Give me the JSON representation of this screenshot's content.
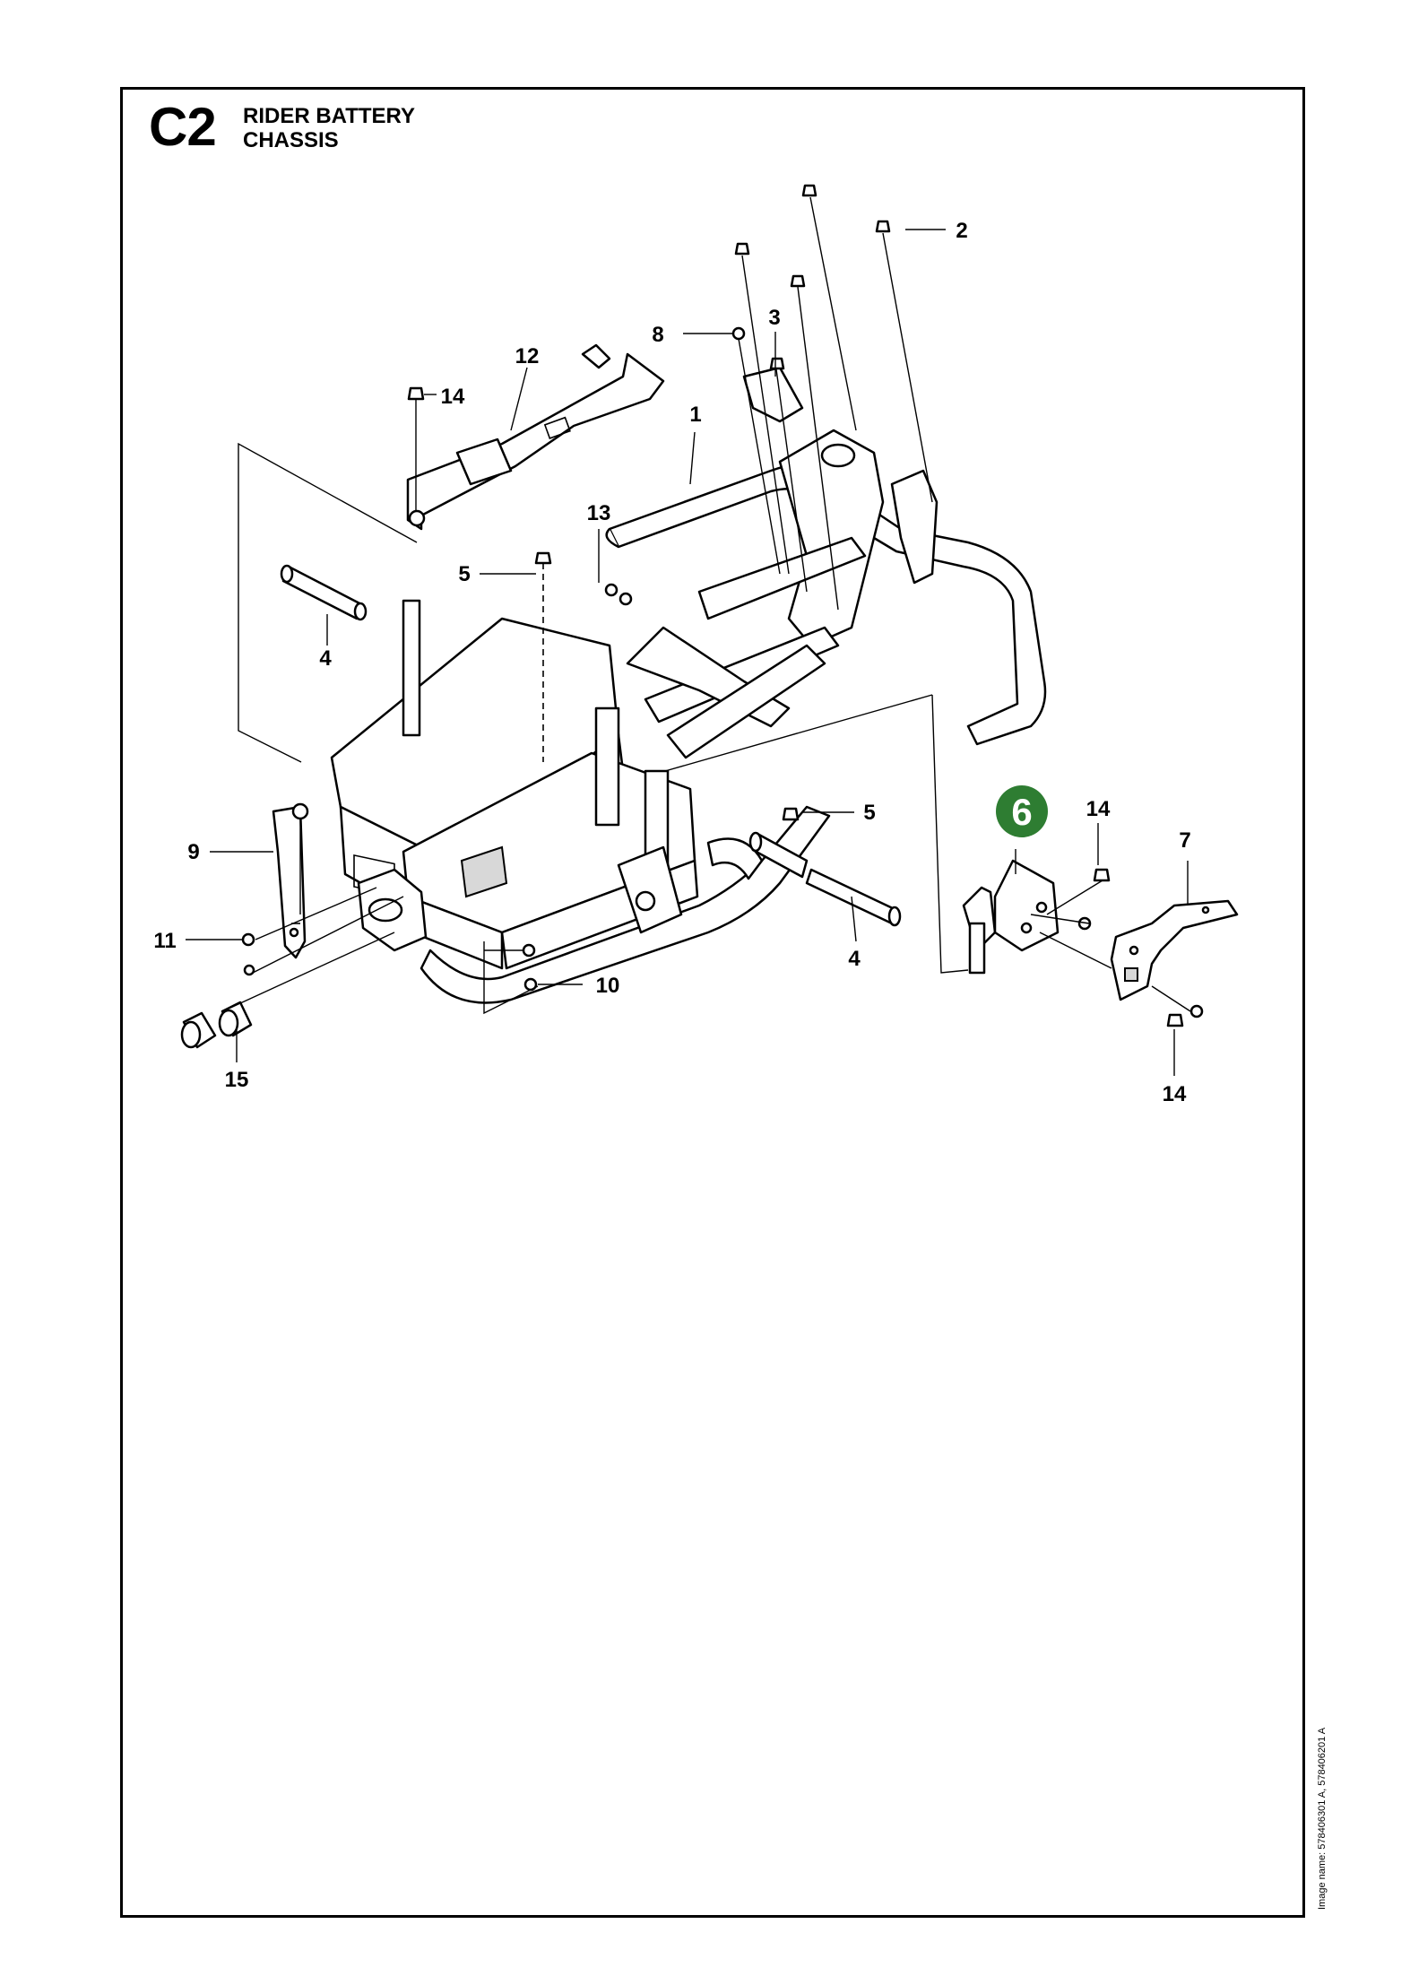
{
  "header": {
    "section_code": "C2",
    "title_line1": "RIDER BATTERY",
    "title_line2": "CHASSIS"
  },
  "image_name": "Image name: 578406301 A, 578406201 A",
  "highlight": {
    "label": "6",
    "color": "#2e7d32"
  },
  "callouts": {
    "c1": "1",
    "c2": "2",
    "c3": "3",
    "c4a": "4",
    "c4b": "4",
    "c5a": "5",
    "c5b": "5",
    "c7": "7",
    "c8": "8",
    "c9": "9",
    "c10": "10",
    "c11": "11",
    "c12": "12",
    "c13": "13",
    "c14a": "14",
    "c14b": "14",
    "c14c": "14",
    "c15": "15"
  }
}
